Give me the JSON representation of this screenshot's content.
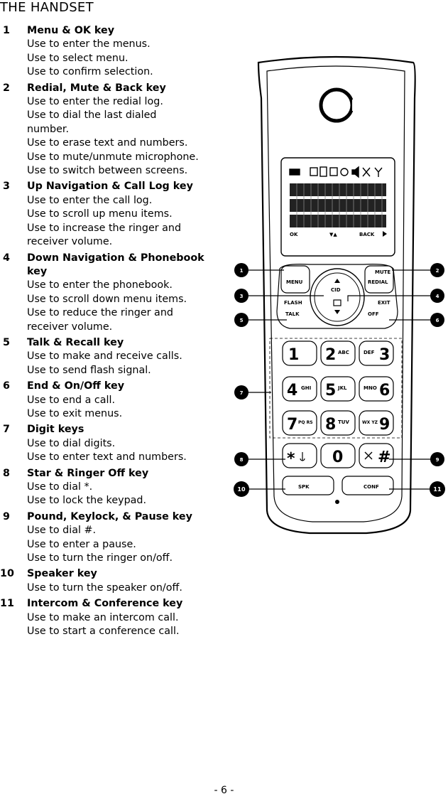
{
  "page": {
    "title": "THE HANDSET",
    "page_number": "- 6 -"
  },
  "items": [
    {
      "num": "1",
      "heading": "Menu & OK key",
      "lines": [
        "Use to enter the menus.",
        "Use to select menu.",
        "Use to confirm selection."
      ]
    },
    {
      "num": "2",
      "heading": "Redial, Mute & Back key",
      "lines": [
        "Use to enter the redial log.",
        "Use to dial the last dialed",
        "number.",
        "Use to erase text and numbers.",
        "Use to mute/unmute microphone.",
        "Use to switch between screens."
      ]
    },
    {
      "num": "3",
      "heading": "Up Navigation & Call Log key",
      "lines": [
        "Use to enter the call log.",
        "Use to scroll up menu items.",
        "Use to increase the ringer and",
        "receiver volume."
      ]
    },
    {
      "num": "4",
      "heading": "Down Navigation & Phonebook key",
      "lines": [
        "Use to enter the phonebook.",
        "Use to scroll down menu items.",
        "Use to reduce the ringer and",
        "receiver volume."
      ]
    },
    {
      "num": "5",
      "heading": "Talk & Recall key",
      "lines": [
        "Use to make and receive calls.",
        "Use to send flash signal."
      ]
    },
    {
      "num": "6",
      "heading": "End & On/Off key",
      "lines": [
        "Use to end a call.",
        "Use to exit menus."
      ]
    },
    {
      "num": "7",
      "heading": "Digit keys",
      "lines": [
        "Use to dial digits.",
        "Use to enter text and numbers."
      ]
    },
    {
      "num": "8",
      "heading": "Star & Ringer Off key",
      "lines": [
        "Use to dial *.",
        "Use to lock the keypad."
      ]
    },
    {
      "num": "9",
      "heading": "Pound, Keylock, & Pause key",
      "lines": [
        "Use to dial #.",
        "Use to enter a pause.",
        "Use to turn the ringer on/off."
      ]
    },
    {
      "num": "10",
      "heading": "Speaker key",
      "lines": [
        "Use to turn the speaker on/off."
      ]
    },
    {
      "num": "11",
      "heading": "Intercom & Conference key",
      "lines": [
        "Use to make an intercom call.",
        "Use to start a conference call."
      ]
    }
  ],
  "phone": {
    "screen": {
      "ok": "OK",
      "back": "BACK",
      "arrows": "▼▲"
    },
    "keys": {
      "menu": "MENU",
      "mute": "MUTE",
      "redial": "REDIAL",
      "cid": "CID",
      "flash": "FLASH",
      "talk": "TALK",
      "exit": "EXIT",
      "off": "OFF",
      "spk": "SPK",
      "conf": "CONF"
    },
    "digits": [
      {
        "d": "1",
        "l": ""
      },
      {
        "d": "2",
        "l": "ABC"
      },
      {
        "d": "3",
        "l": "DEF"
      },
      {
        "d": "4",
        "l": "GHI"
      },
      {
        "d": "5",
        "l": "JKL"
      },
      {
        "d": "6",
        "l": "MNO"
      },
      {
        "d": "7",
        "l": "PQ RS"
      },
      {
        "d": "8",
        "l": "TUV"
      },
      {
        "d": "9",
        "l": "WX YZ"
      },
      {
        "d": "*",
        "l": ""
      },
      {
        "d": "0",
        "l": ""
      },
      {
        "d": "#",
        "l": ""
      }
    ],
    "callouts": [
      "1",
      "2",
      "3",
      "4",
      "5",
      "6",
      "7",
      "8",
      "9",
      "10",
      "11"
    ]
  }
}
